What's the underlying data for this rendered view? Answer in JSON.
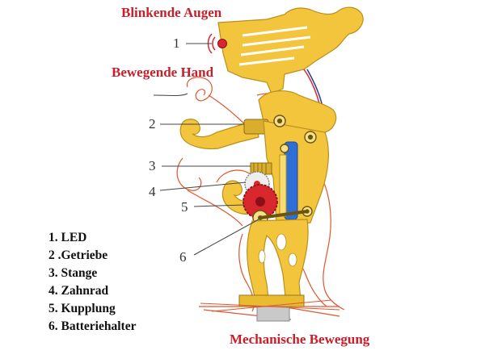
{
  "labels": {
    "eyes": "Blinkende Augen",
    "hand": "Bewegende Hand",
    "movement": "Mechanische Bewegung"
  },
  "callouts": [
    "1",
    "2",
    "3",
    "4",
    "5",
    "6"
  ],
  "legend": [
    "1. LED",
    "2 .Getriebe",
    "3. Stange",
    "4. Zahnrad",
    "5. Kupplung",
    "6. Batteriehalter"
  ],
  "colors": {
    "body_fill": "#f2c53d",
    "body_stroke": "#b8901c",
    "outline_red": "#e0552f",
    "title_red": "#c8202a",
    "gear_red": "#d9272e",
    "blue_part": "#2d6fd6"
  }
}
